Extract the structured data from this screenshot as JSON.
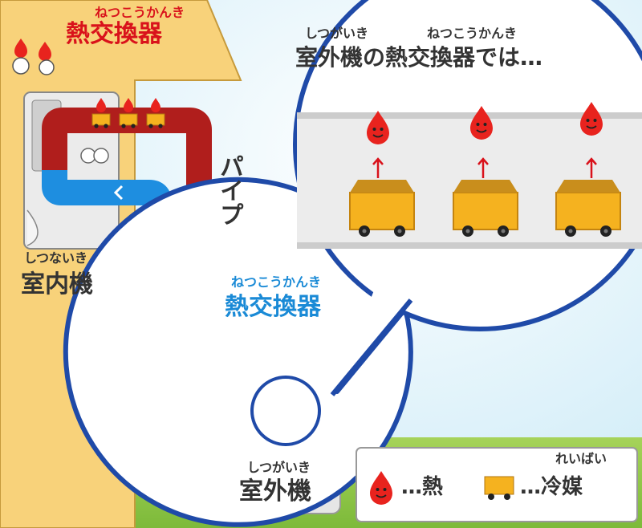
{
  "indoor": {
    "heat_exchanger_ruby": "ねつこうかんき",
    "heat_exchanger_label": "熱交換器",
    "unit_ruby": "しつないき",
    "unit_label": "室内機"
  },
  "pipe_label": "パイプ",
  "outdoor": {
    "heat_exchanger_ruby": "ねつこうかんき",
    "heat_exchanger_label": "熱交換器",
    "unit_ruby": "しつがいき",
    "unit_label": "室外機"
  },
  "zoom": {
    "ruby_outdoor": "しつがいき",
    "ruby_exchanger": "ねつこうかんき",
    "caption": "室外機の熱交換器では…"
  },
  "legend": {
    "heat_label": "…熱",
    "refrigerant_ruby": "れいばい",
    "refrigerant_label": "…冷媒"
  },
  "colors": {
    "heat_pipe": "#b01e1c",
    "cool_pipe": "#1e8ee0",
    "heat_drop": "#e8231e",
    "refrigerant": "#f5b21f",
    "zoom_border": "#1f4aa8",
    "house": "#f8d27a"
  }
}
